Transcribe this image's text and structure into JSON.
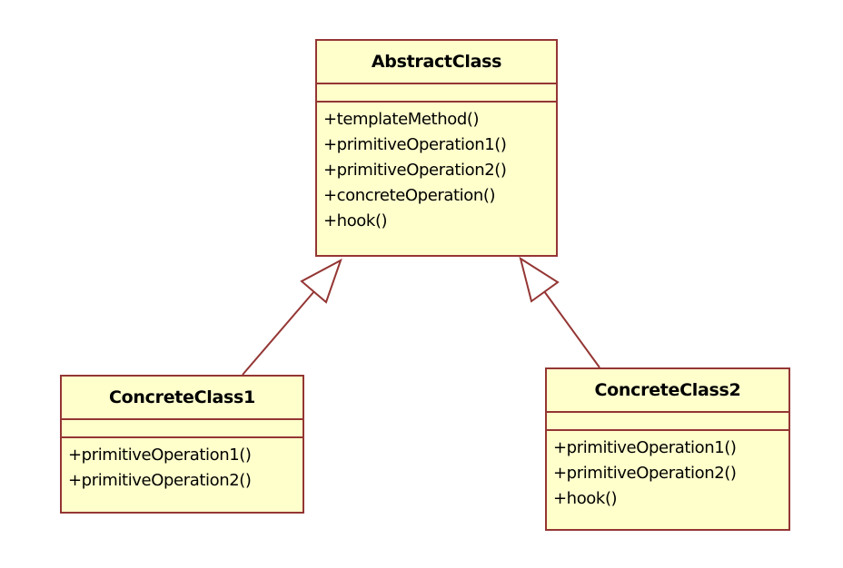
{
  "diagram": {
    "kind": "uml-class-diagram",
    "pattern": "Template Method",
    "colors": {
      "box_fill": "#FFFFCC",
      "box_border": "#943634",
      "text": "#000000",
      "background": "#FFFFFF"
    },
    "classes": [
      {
        "id": "abstract-class",
        "name": "AbstractClass",
        "attributes": [],
        "methods": [
          "+templateMethod()",
          "+primitiveOperation1()",
          "+primitiveOperation2()",
          "+concreteOperation()",
          "+hook()"
        ]
      },
      {
        "id": "concrete-class-1",
        "name": "ConcreteClass1",
        "attributes": [],
        "methods": [
          "+primitiveOperation1()",
          "+primitiveOperation2()"
        ]
      },
      {
        "id": "concrete-class-2",
        "name": "ConcreteClass2",
        "attributes": [],
        "methods": [
          "+primitiveOperation1()",
          "+primitiveOperation2()",
          "+hook()"
        ]
      }
    ],
    "relationships": [
      {
        "type": "generalization",
        "arrowhead": "hollow-triangle",
        "from": "ConcreteClass1",
        "to": "AbstractClass"
      },
      {
        "type": "generalization",
        "arrowhead": "hollow-triangle",
        "from": "ConcreteClass2",
        "to": "AbstractClass"
      }
    ]
  }
}
